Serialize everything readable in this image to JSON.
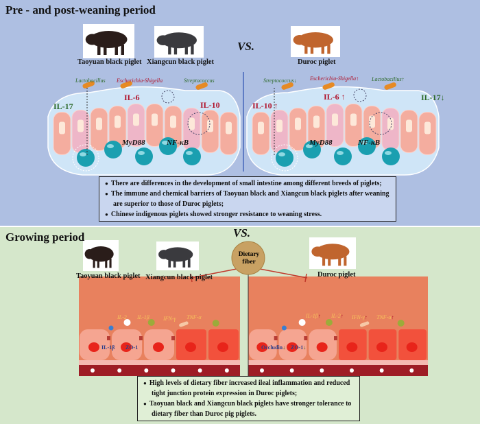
{
  "top": {
    "title": "Pre - and post-weaning period",
    "pigs": [
      "Taoyuan black piglet",
      "Xiangcun black piglet",
      "Duroc piglet"
    ],
    "vs": "VS.",
    "left_gut": {
      "bacteria": [
        "Lactobacillus",
        "Escherichia-Shigella",
        "Streptococcus"
      ],
      "il6": "IL-6",
      "il10": "IL-10",
      "il17": "IL-17",
      "myd88": "MyD88",
      "nfkb": "NF-κB"
    },
    "right_gut": {
      "bacteria": [
        "Streptococcus",
        "Escherichia-Shigella",
        "Lactobacillus"
      ],
      "il6": "IL-6",
      "il10": "IL-10",
      "il17": "IL-17",
      "myd88": "MyD88",
      "nfkb": "NF-κB",
      "up": "↑",
      "down": "↓"
    },
    "summary": [
      "There are differences in the development of small intestine among different breeds of piglets;",
      "The immune and chemical barriers of Taoyuan black and Xiangcun black piglets after weaning are superior to those of Duroc piglets;",
      "Chinese indigenous piglets showed stronger resistance to weaning stress."
    ]
  },
  "bottom": {
    "title": "Growing period",
    "pigs": [
      "Taoyuan black piglet",
      "Xiangcun black piglet",
      "Duroc piglet"
    ],
    "vs": "VS.",
    "fiber": "Dietary fiber",
    "left_gut": {
      "cytokines": [
        "IL-2",
        "IL-1β",
        "IFN-γ",
        "TNF-α"
      ],
      "tj": [
        "IL-1β",
        "ZO-1"
      ]
    },
    "right_gut": {
      "cytokines": [
        "IL-1β",
        "IL-2",
        "IFN-γ",
        "TNF-α"
      ],
      "tj": [
        "Occludin",
        "ZO-1"
      ]
    },
    "summary": [
      "High levels of dietary fiber increased ileal inflammation and reduced tight junction protein expression in Duroc piglets;",
      "Taoyuan black and Xiangcun black piglets have stronger tolerance to dietary fiber than Duroc pig piglets."
    ]
  },
  "colors": {
    "top_bg": "#aebfe2",
    "bottom_bg": "#d5e7cb",
    "up": "#b0122a",
    "down": "#2d6a2a",
    "teal": "#1a9fb0"
  }
}
